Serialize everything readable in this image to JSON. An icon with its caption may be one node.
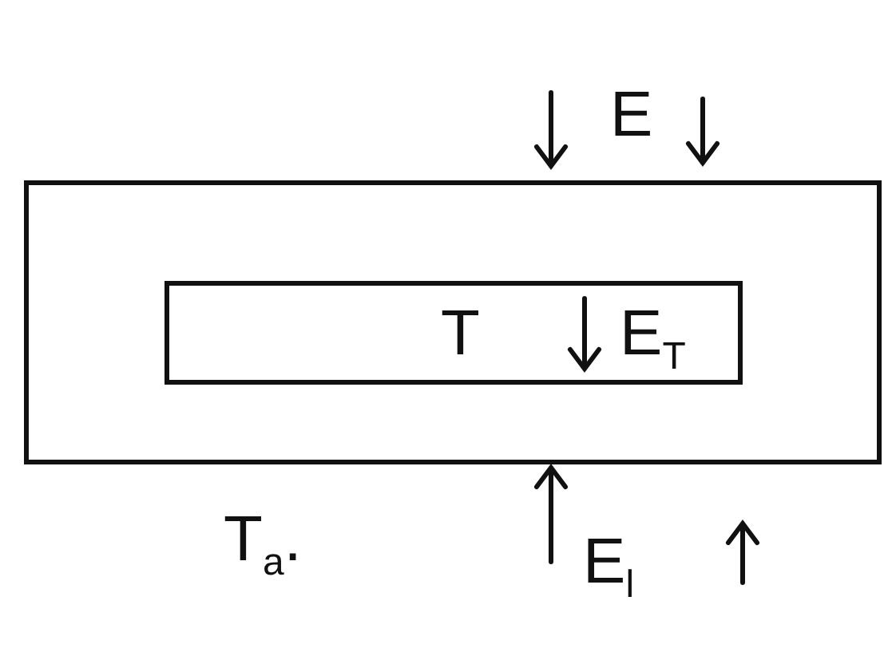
{
  "diagram": {
    "nodes": [
      {
        "text": [],
        "shape": "box"
      },
      {
        "text": [
          "T",
          "E$_{T}$"
        ],
        "in": 0
      }
    ],
    "labels": [
      "E",
      "T$_{a}$.",
      "E$_{l}$"
    ]
  }
}
